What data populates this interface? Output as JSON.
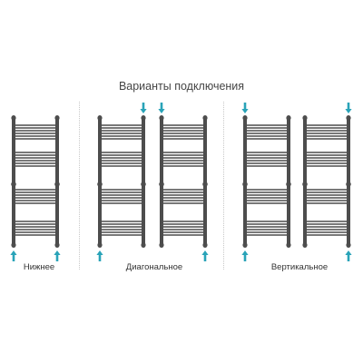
{
  "title": "Варианты подключения",
  "colors": {
    "metal": "#4d4d4d",
    "arrow": "#29a3b8",
    "text": "#333333",
    "divider": "#c8c8c8"
  },
  "groups": [
    {
      "label": "Нижнее",
      "arrows": [
        "in-bottom-left",
        "out-bottom-right"
      ]
    },
    {
      "label": "Диагональное",
      "arrows": [
        "in-top-right",
        "out-bottom-left",
        "in-top-left",
        "out-bottom-right"
      ]
    },
    {
      "label": "Вертикальное",
      "arrows": [
        "in-top-left",
        "out-bottom-left",
        "in-top-right",
        "out-bottom-right"
      ]
    }
  ]
}
